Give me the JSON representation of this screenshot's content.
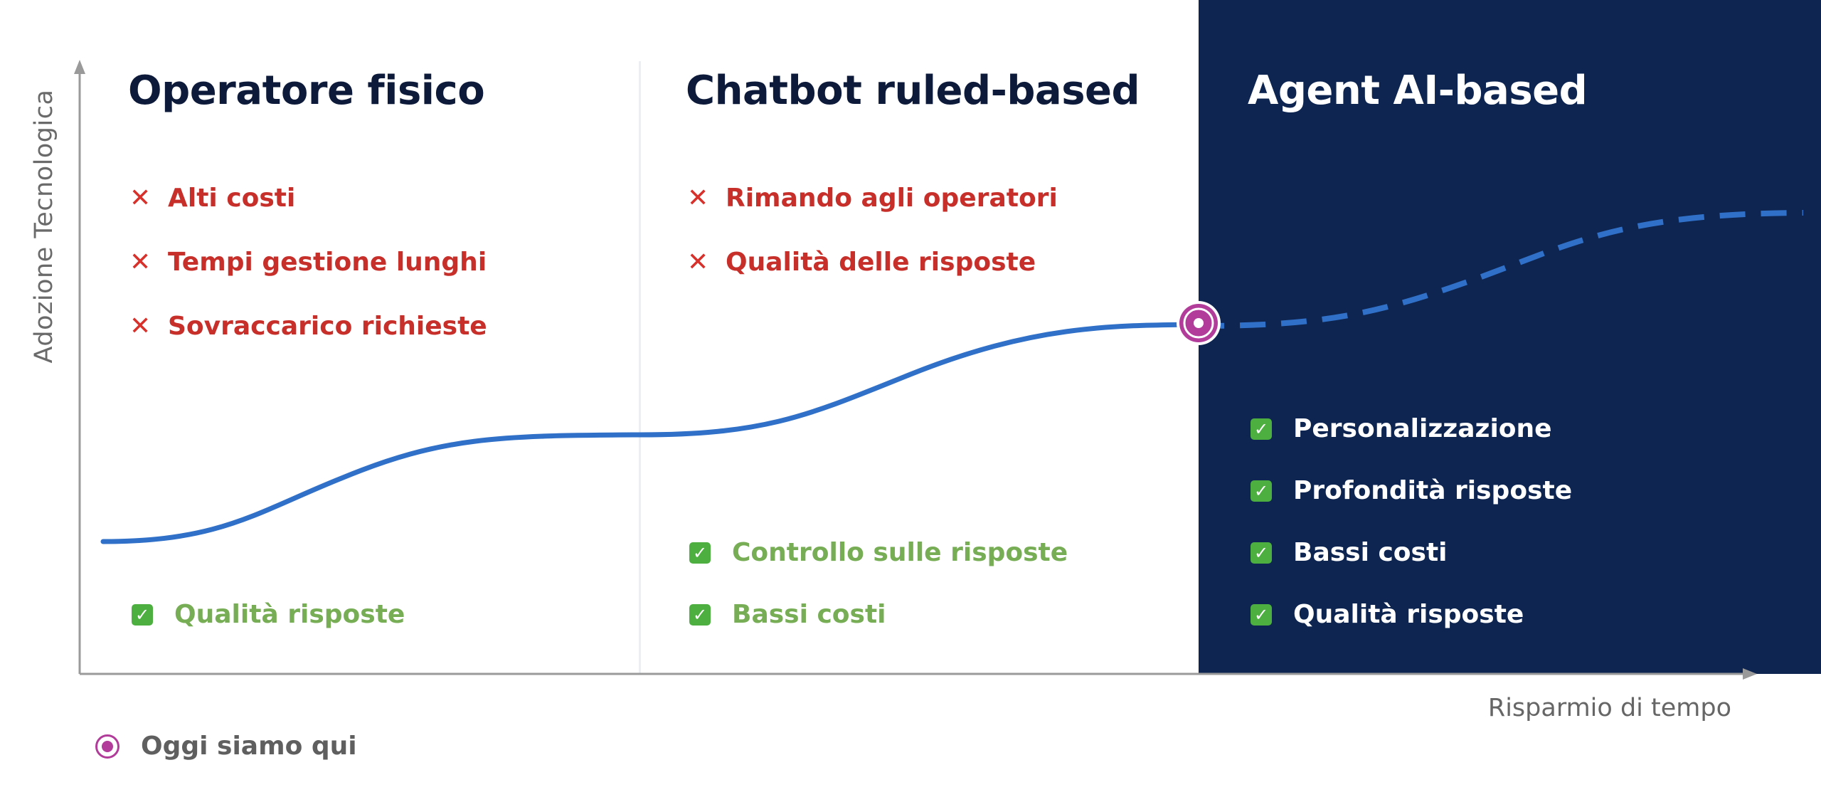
{
  "axes": {
    "ylabel": "Adozione Tecnologica",
    "xlabel": "Risparmio di tempo"
  },
  "stages": [
    {
      "title": "Operatore fisico",
      "cons": [
        "Alti costi",
        "Tempi gestione lunghi",
        "Sovraccarico richieste"
      ],
      "pros": [
        "Qualità risposte"
      ]
    },
    {
      "title": "Chatbot ruled-based",
      "cons": [
        "Rimando agli operatori",
        "Qualità delle risposte"
      ],
      "pros": [
        "Controllo sulle risposte",
        "Bassi costi"
      ]
    },
    {
      "title": "Agent AI-based",
      "cons": [],
      "pros": [
        "Personalizzazione",
        "Profondità risposte",
        "Bassi costi",
        "Qualità risposte"
      ]
    }
  ],
  "legend": {
    "label": "Oggi siamo qui"
  },
  "icons": {
    "con": "x-mark-icon",
    "pro": "check-box-icon",
    "today": "target-dot-icon"
  },
  "colors": {
    "curve": "#3070c8",
    "highlight_panel": "#0d2550",
    "marker": "#b13c9a",
    "con_text": "#c62f2a",
    "pro_text": "#77ad55",
    "axis": "#9a9a9a"
  },
  "chart_data": {
    "type": "line",
    "xlabel": "Risparmio di tempo",
    "ylabel": "Adozione Tecnologica",
    "segments": [
      "Operatore fisico",
      "Chatbot ruled-based",
      "Agent AI-based"
    ],
    "trend": [
      {
        "line": "solid",
        "description_stage": "Operatore fisico",
        "level": "low"
      },
      {
        "line": "solid",
        "description_stage": "Chatbot ruled-based",
        "level": "medium"
      },
      {
        "line": "dashed",
        "description_stage": "Agent AI-based",
        "level": "high"
      }
    ],
    "marker": {
      "label": "Oggi siamo qui",
      "stage": "Agent AI-based"
    },
    "grid": false
  }
}
